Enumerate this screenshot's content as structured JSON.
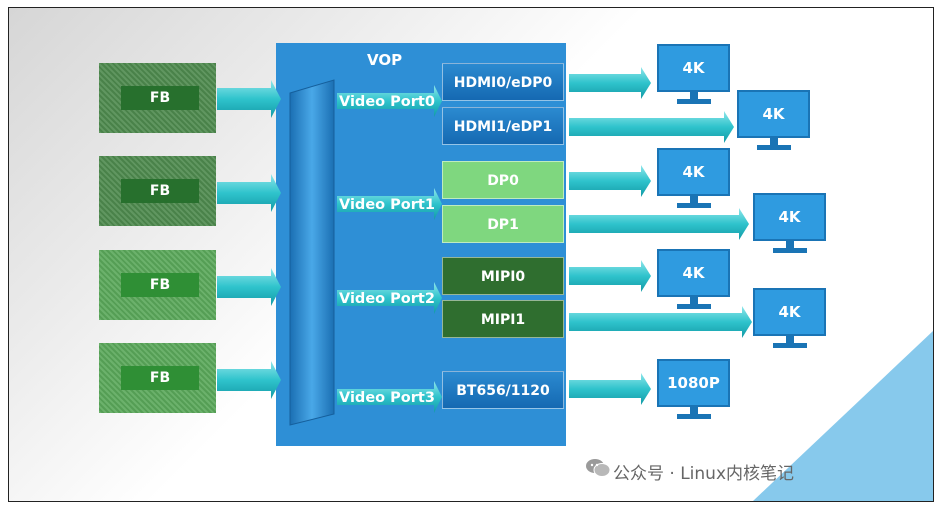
{
  "vop": {
    "title": "VOP"
  },
  "framebuffers": [
    {
      "label": "FB",
      "bg": "#4e8a4e",
      "inner": "#27702d"
    },
    {
      "label": "FB",
      "bg": "#4e8a4e",
      "inner": "#27702d"
    },
    {
      "label": "FB",
      "bg": "#5aa85a",
      "inner": "#2f8f35"
    },
    {
      "label": "FB",
      "bg": "#5aa85a",
      "inner": "#2f8f35"
    }
  ],
  "video_ports": [
    "Video Port0",
    "Video Port1",
    "Video Port2",
    "Video Port3"
  ],
  "interfaces": [
    "HDMI0/eDP0",
    "HDMI1/eDP1",
    "DP0",
    "DP1",
    "MIPI0",
    "MIPI1",
    "BT656/1120"
  ],
  "displays": [
    "4K",
    "4K",
    "4K",
    "4K",
    "4K",
    "4K",
    "1080P"
  ],
  "colors": {
    "vop_blue": "#2e8fd6",
    "arrow_cyan": "#2fc3cc",
    "monitor_blue": "#2f9be0"
  },
  "watermark": {
    "icon": "wechat-icon",
    "text": "公众号 · Linux内核笔记"
  }
}
